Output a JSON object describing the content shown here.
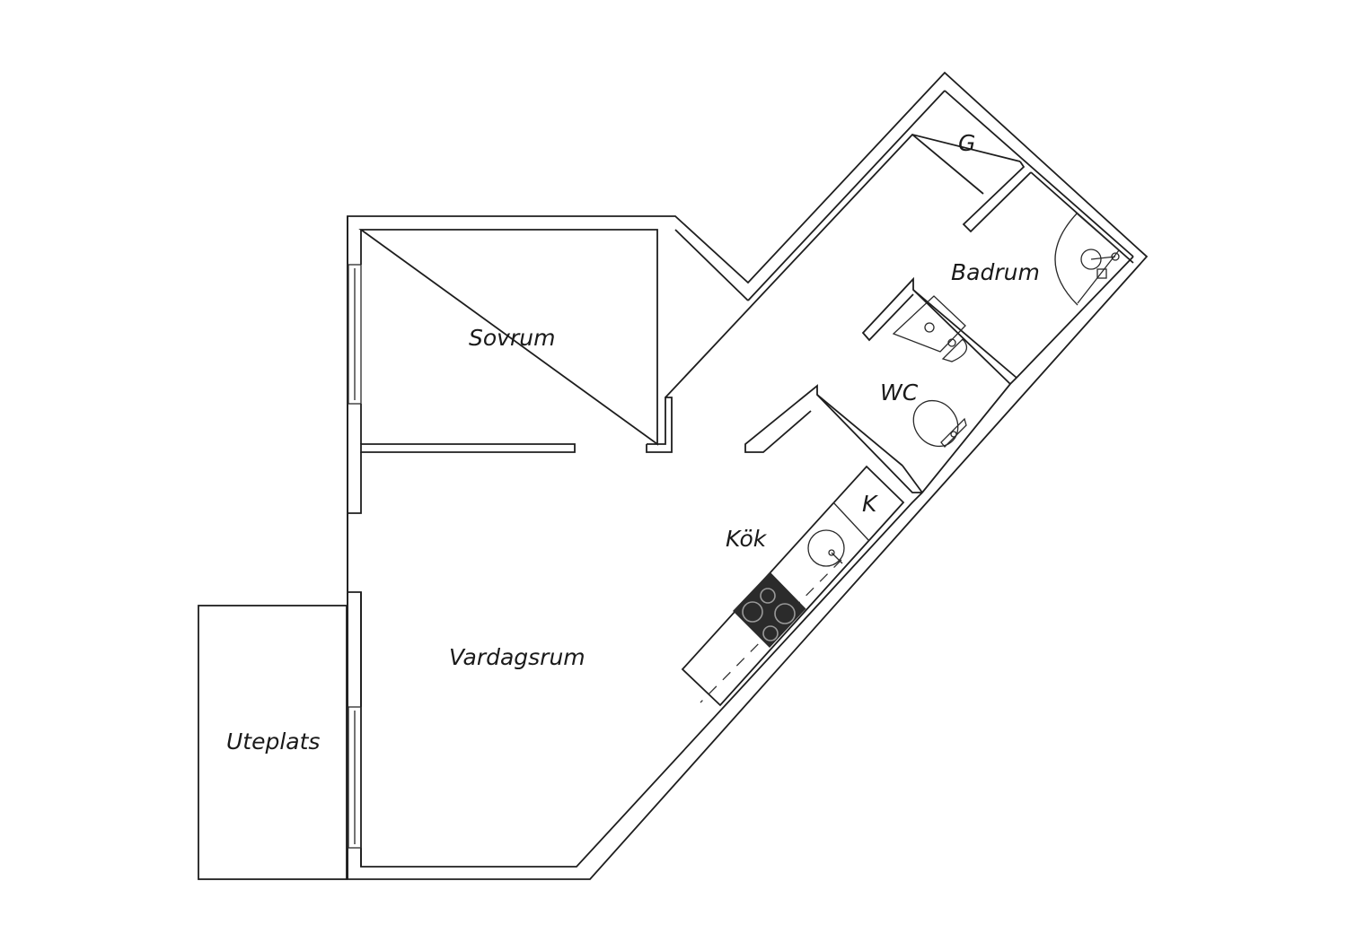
{
  "rooms": {
    "storage": "G",
    "bathroom": "Badrum",
    "bedroom": "Sovrum",
    "toilet": "WC",
    "closet": "K",
    "kitchen": "Kök",
    "living_room": "Vardagsrum",
    "patio": "Uteplats"
  },
  "colors": {
    "wall": "#1e1e1e",
    "stove": "#2b2b2b",
    "background": "#ffffff"
  }
}
